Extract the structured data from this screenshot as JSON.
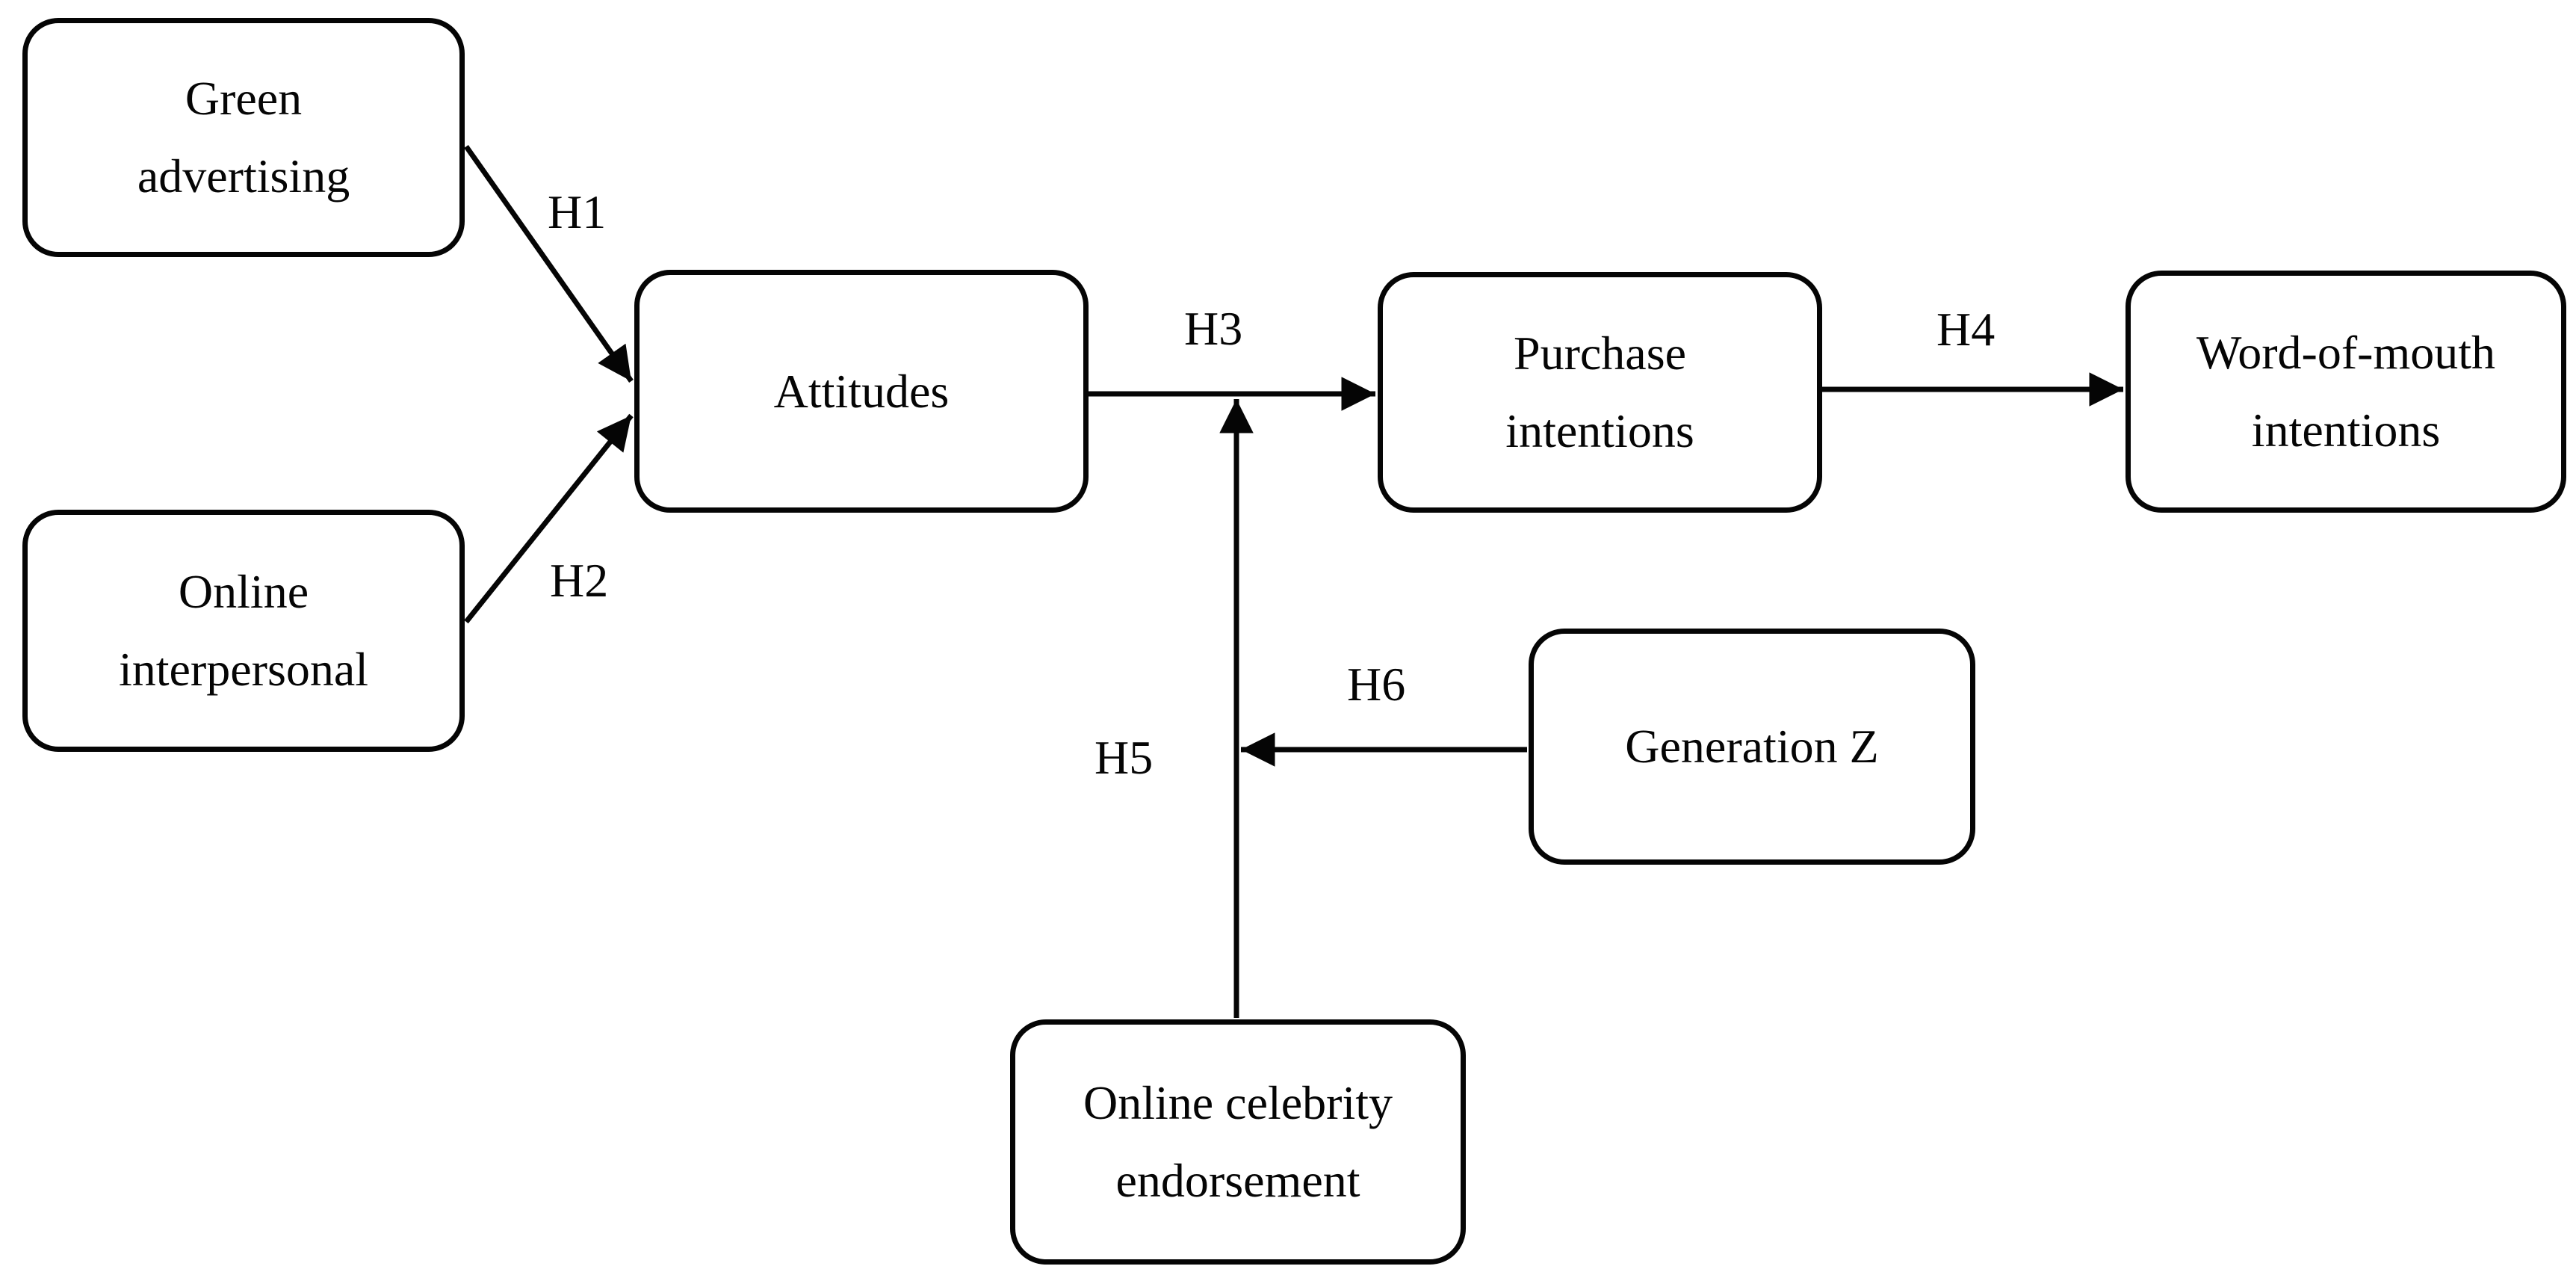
{
  "diagram": {
    "type": "hypothesis-model",
    "background_color": "#ffffff",
    "line_color": "#050505",
    "text_color": "#050505"
  },
  "nodes": {
    "green_advertising": {
      "lines": [
        "Green",
        "advertising"
      ]
    },
    "online_interpersonal": {
      "lines": [
        "Online",
        "interpersonal"
      ]
    },
    "attitudes": {
      "lines": [
        "Attitudes"
      ]
    },
    "purchase_intentions": {
      "lines": [
        "Purchase",
        "intentions"
      ]
    },
    "word_of_mouth": {
      "lines": [
        "Word-of-mouth",
        "intentions"
      ]
    },
    "generation_z": {
      "lines": [
        "Generation Z"
      ]
    },
    "online_celebrity": {
      "lines": [
        "Online celebrity",
        "endorsement"
      ]
    }
  },
  "edges": {
    "h1": {
      "label": "H1",
      "from": "green_advertising",
      "to": "attitudes"
    },
    "h2": {
      "label": "H2",
      "from": "online_interpersonal",
      "to": "attitudes"
    },
    "h3": {
      "label": "H3",
      "from": "attitudes",
      "to": "purchase_intentions"
    },
    "h4": {
      "label": "H4",
      "from": "purchase_intentions",
      "to": "word_of_mouth"
    },
    "h5": {
      "label": "H5",
      "from": "online_celebrity",
      "to": "h3_arrow"
    },
    "h6": {
      "label": "H6",
      "from": "generation_z",
      "to": "h5_arrow"
    }
  }
}
